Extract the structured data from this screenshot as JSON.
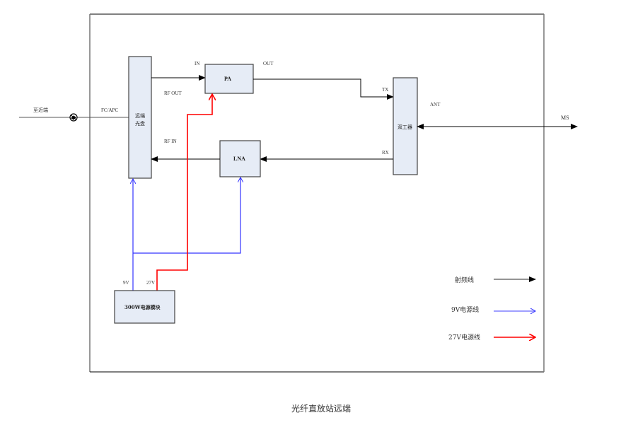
{
  "diagram": {
    "caption": "光纤直放站远端",
    "blocks": {
      "remote_optical": {
        "line1": "远端",
        "line2": "光盘"
      },
      "pa": "PA",
      "lna": "LNA",
      "duplexer": "双工器",
      "power_module": "300W电源模块"
    },
    "labels": {
      "to_near_end": "至近端",
      "connector": "FC/APC",
      "rf_out": "RF OUT",
      "rf_in": "RF IN",
      "pa_in": "IN",
      "pa_out": "OUT",
      "tx": "TX",
      "rx": "RX",
      "ant": "ANT",
      "ms": "MS",
      "v9": "9V",
      "v27": "27V"
    },
    "legend": [
      {
        "label": "射频线",
        "color": "#000000"
      },
      {
        "label": "9V电源线",
        "color": "#3333ff"
      },
      {
        "label": "27V电源线",
        "color": "#ff0000"
      }
    ],
    "colors": {
      "rf": "#000000",
      "power_9v": "#3333ff",
      "power_27v": "#ff0000",
      "block_fill": "#e6ecf6"
    }
  }
}
